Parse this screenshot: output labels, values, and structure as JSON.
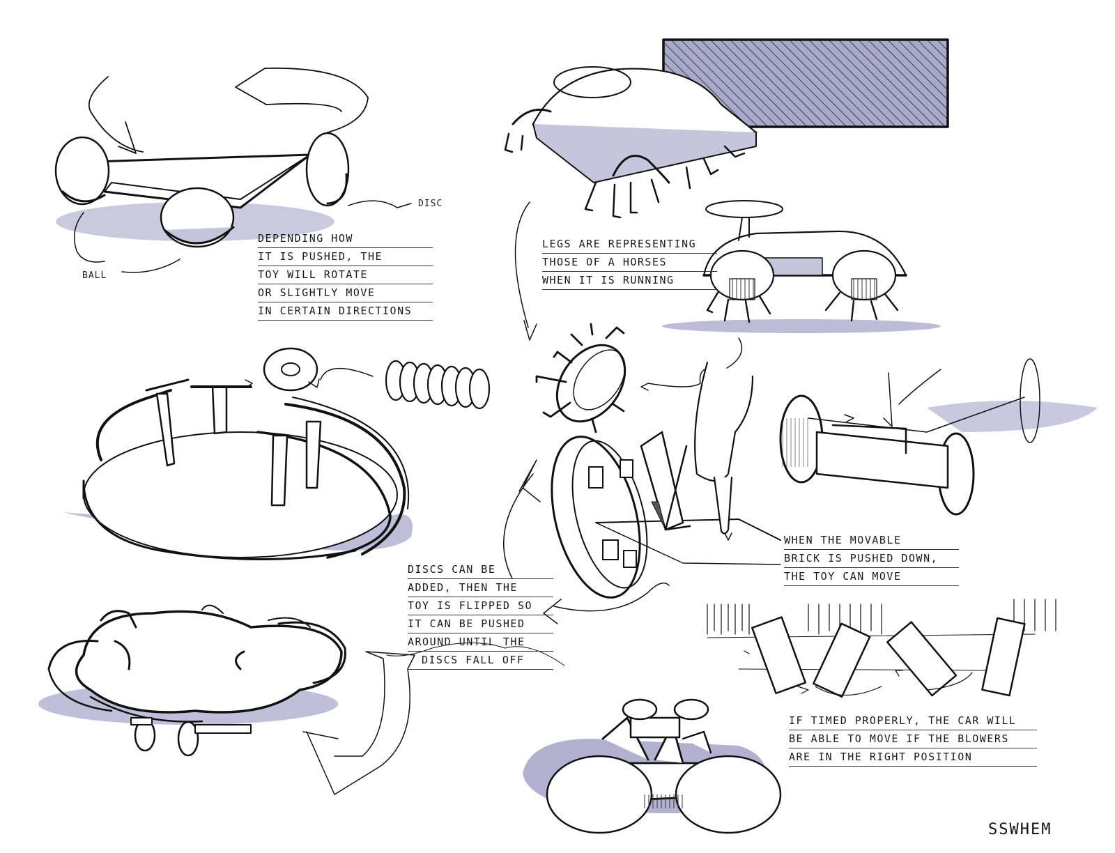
{
  "labels": {
    "disc": "DISC",
    "ball": "BALL"
  },
  "notes": {
    "rotate": [
      "DEPENDING HOW",
      "IT IS PUSHED, THE",
      "TOY WILL ROTATE",
      "OR SLIGHTLY MOVE",
      "IN CERTAIN DIRECTIONS"
    ],
    "legs": [
      "LEGS ARE REPRESENTING",
      "THOSE OF A HORSES",
      "WHEN IT IS RUNNING"
    ],
    "discs": [
      "DISCS CAN BE",
      "ADDED, THEN THE",
      "TOY IS FLIPPED SO",
      "IT CAN BE PUSHED",
      "AROUND UNTIL THE",
      "DISCS FALL OFF"
    ],
    "brick": [
      "WHEN THE MOVABLE",
      "BRICK IS PUSHED DOWN,",
      "THE TOY CAN MOVE"
    ],
    "blowers": [
      "IF TIMED PROPERLY, THE CAR WILL",
      "BE ABLE TO MOVE IF THE BLOWERS",
      "ARE IN THE RIGHT POSITION"
    ]
  },
  "signature": "SSWHEM",
  "colors": {
    "ink": "#111111",
    "marker": "#8e8eb4",
    "marker_dark": "#6c6c98",
    "paper": "#ffffff"
  }
}
